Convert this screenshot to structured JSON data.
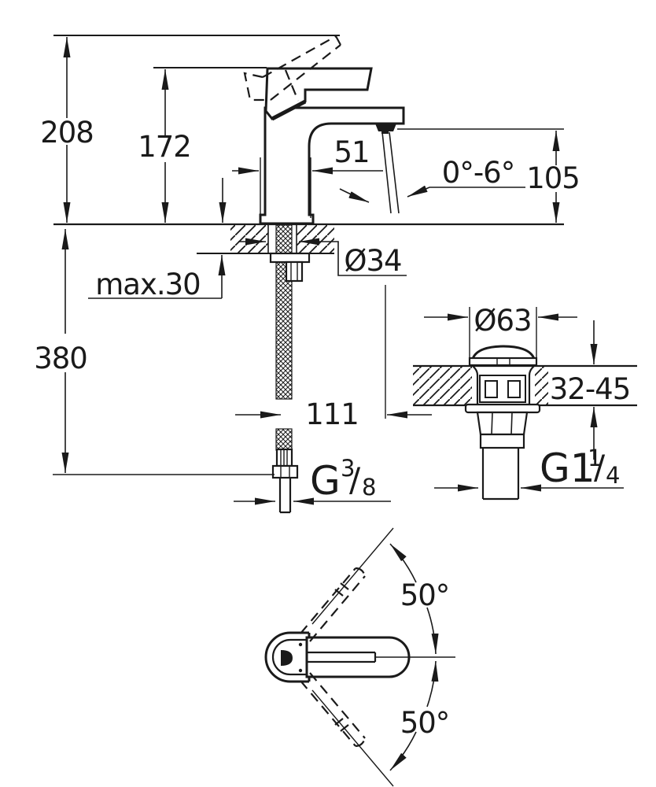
{
  "drawing": {
    "side_view": {
      "overall_height": "208",
      "lever_height": "172",
      "body_width": "51",
      "stream_angle": "0°-6°",
      "outlet_height": "105",
      "max_deck": "max.30",
      "hole_diameter": "Ø34",
      "hose_drop": "380",
      "drain_offset": "111",
      "supply_thread": {
        "prefix": "G",
        "numerator": "3",
        "slash": "/",
        "denominator": "8"
      }
    },
    "drain_view": {
      "cap_diameter": "Ø63",
      "deck_thickness": "32-45",
      "waste_thread": {
        "prefix": "G1",
        "numerator": "1",
        "slash": "/",
        "denominator": "4"
      }
    },
    "top_view": {
      "handle_swing_upper": "50°",
      "handle_swing_lower": "50°"
    },
    "colors": {
      "line": "#1a1a1a",
      "background": "#ffffff"
    }
  }
}
